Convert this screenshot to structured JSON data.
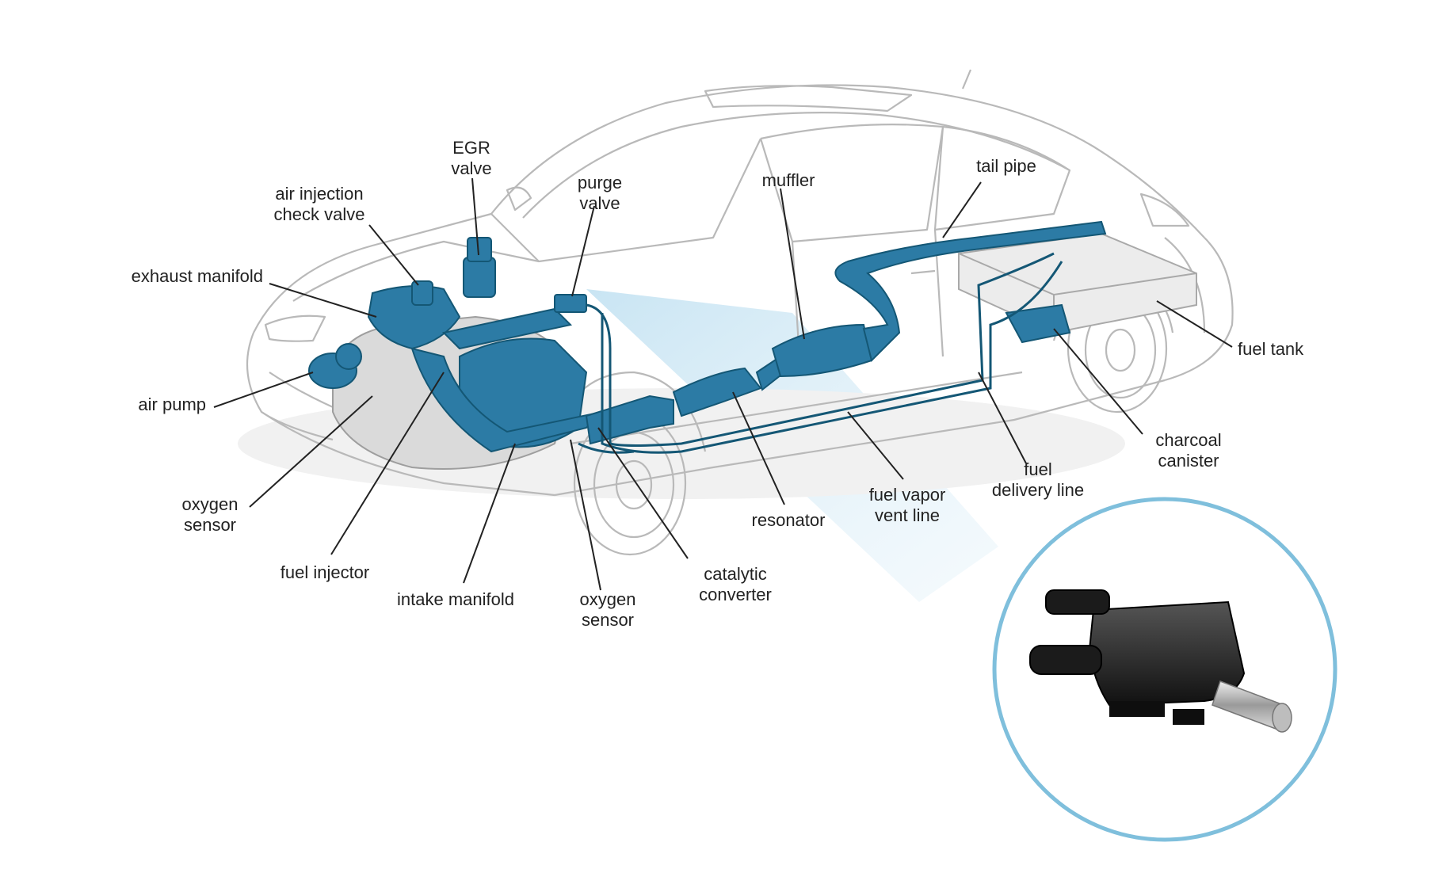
{
  "colors": {
    "component": "#2c7ba5",
    "component_dark": "#145775",
    "car_outline": "#b9b9b9",
    "leader": "#222222",
    "inset_ring": "#7fbfdc",
    "beam": "#bfe0f1"
  },
  "labels": {
    "egr_valve": "EGR\nvalve",
    "air_injection_check_valve": "air injection\ncheck valve",
    "purge_valve": "purge\nvalve",
    "muffler": "muffler",
    "tail_pipe": "tail pipe",
    "exhaust_manifold": "exhaust manifold",
    "fuel_tank": "fuel tank",
    "air_pump": "air pump",
    "charcoal_canister": "charcoal\ncanister",
    "fuel_delivery_line": "fuel\ndelivery line",
    "fuel_vapor_vent_line": "fuel vapor\nvent line",
    "resonator": "resonator",
    "oxygen_sensor_front": "oxygen\nsensor",
    "fuel_injector": "fuel injector",
    "intake_manifold": "intake manifold",
    "oxygen_sensor_rear": "oxygen\nsensor",
    "catalytic_converter": "catalytic\nconverter"
  },
  "inset": {
    "subject": "purge valve close-up"
  }
}
